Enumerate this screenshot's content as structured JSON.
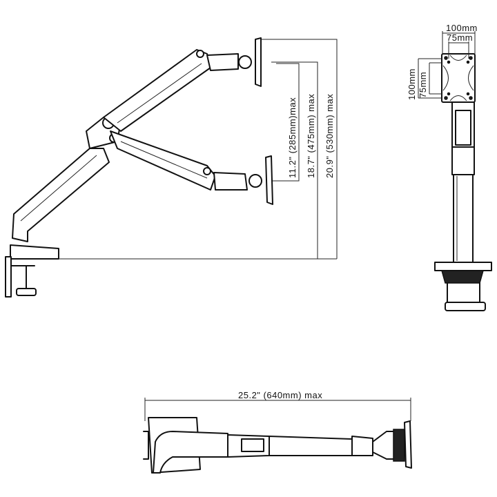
{
  "side_view": {
    "dims": {
      "height_a": "11.2\" (285mm)max",
      "height_b": "18.7\" (475mm) max",
      "height_c": "20.9\" (530mm) max"
    }
  },
  "front_view": {
    "vesa": {
      "width_outer": "100mm",
      "width_inner": "75mm",
      "height_outer": "100mm",
      "height_inner": "75mm"
    }
  },
  "top_view": {
    "dims": {
      "reach": "25.2\" (640mm) max"
    }
  }
}
